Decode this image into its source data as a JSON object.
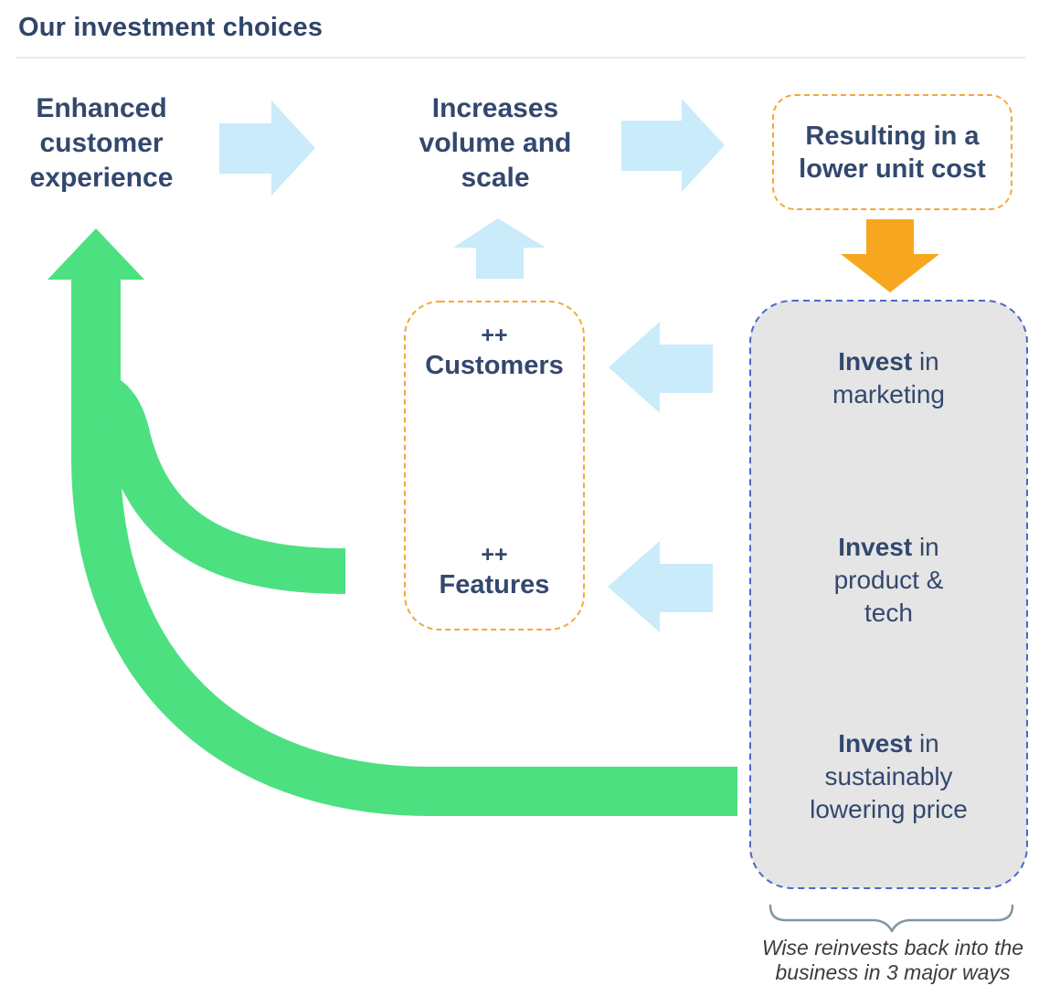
{
  "title": "Our investment choices",
  "flow": {
    "enhanced": "Enhanced customer experience",
    "increases": "Increases volume and scale",
    "lower_cost": "Resulting in a lower unit cost",
    "plus_plus_1": "++",
    "customers": "Customers",
    "plus_plus_2": "++",
    "features": "Features"
  },
  "invest_items": [
    {
      "bold": "Invest",
      "rest": " in marketing"
    },
    {
      "bold": "Invest",
      "rest": " in product & tech"
    },
    {
      "bold": "Invest",
      "rest": " in sustainably lowering price"
    }
  ],
  "caption": "Wise reinvests back into the business in 3 major ways",
  "colors": {
    "navy": "#33486E",
    "green": "#4CE081",
    "light_blue": "#C9EBFA",
    "orange": "#F7A71F",
    "orange_border": "#F2A93B",
    "blue_border": "#4A68C9",
    "box_gray": "#E5E5E5",
    "box_white": "#FFFFFF",
    "brace": "#7F96A3",
    "caption_text": "#3C3C3C",
    "divider": "#EAEAEA"
  }
}
